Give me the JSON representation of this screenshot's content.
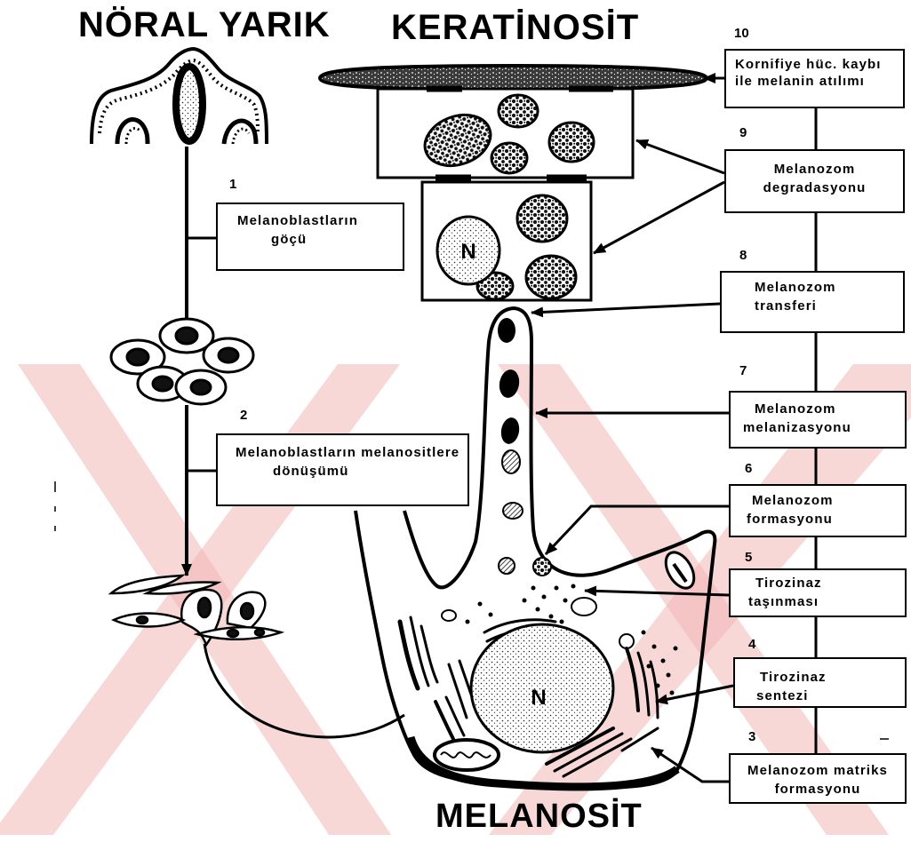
{
  "titles": {
    "neural_groove": "NÖRAL YARIK",
    "keratinocyte": "KERATİNOSİT",
    "melanocyte": "MELANOSİT"
  },
  "keratinocyte": {
    "nucleus_label": "N"
  },
  "melanocyte": {
    "nucleus_label": "N"
  },
  "steps": [
    {
      "number": "1",
      "line1": "Melanoblastların",
      "line2": "göçü"
    },
    {
      "number": "2",
      "line1": "Melanoblastların melanositlere",
      "line2": "dönüşümü"
    },
    {
      "number": "3",
      "line1": "Melanozom matriks",
      "line2": "formasyonu"
    },
    {
      "number": "4",
      "line1": "Tirozinaz",
      "line2": "sentezi"
    },
    {
      "number": "5",
      "line1": "Tirozinaz",
      "line2": "taşınması"
    },
    {
      "number": "6",
      "line1": "Melanozom",
      "line2": "formasyonu"
    },
    {
      "number": "7",
      "line1": "Melanozom",
      "line2": "melanizasyonu"
    },
    {
      "number": "8",
      "line1": "Melanozom",
      "line2": "transferi"
    },
    {
      "number": "9",
      "line1": "Melanozom",
      "line2": "degradasyonu"
    },
    {
      "number": "10",
      "line1": "Kornifiye hüc. kaybı",
      "line2": "ile melanin atılımı"
    }
  ],
  "colors": {
    "ink": "#000000",
    "background": "#ffffff",
    "watermark": "#f2b6b6"
  }
}
